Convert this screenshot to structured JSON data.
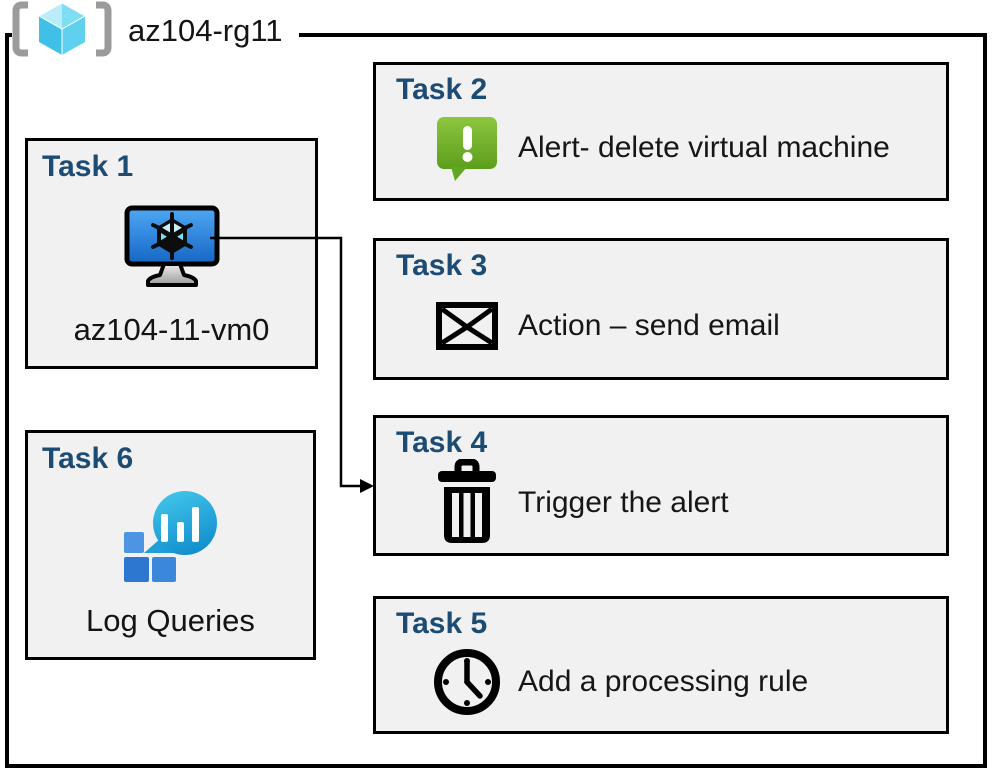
{
  "resource_group": {
    "name": "az104-rg11"
  },
  "tasks": [
    {
      "title": "Task 1",
      "label": "az104-11-vm0",
      "icon": "virtual-machine-icon"
    },
    {
      "title": "Task 2",
      "label": "Alert- delete virtual machine",
      "icon": "alert-icon"
    },
    {
      "title": "Task 3",
      "label": "Action – send email",
      "icon": "email-icon"
    },
    {
      "title": "Task 4",
      "label": "Trigger the alert",
      "icon": "trash-icon"
    },
    {
      "title": "Task 5",
      "label": "Add a processing rule",
      "icon": "clock-icon"
    },
    {
      "title": "Task 6",
      "label": "Log Queries",
      "icon": "log-queries-icon"
    }
  ],
  "arrow": {
    "from": "task1-virtual-machine",
    "to": "task4"
  },
  "colors": {
    "task_title": "#1C4B74",
    "box_fill": "#F1F1F1",
    "border": "#000000",
    "alert_green_top": "#8DC63F",
    "alert_green_bottom": "#5C9E1B",
    "vm_screen_top": "#4FA8F4",
    "vm_screen_bottom": "#1566C4",
    "log_bubble_top": "#45CAEC",
    "log_bubble_bottom": "#1691D0",
    "log_square_blue": "#2E77D0",
    "rg_cube_cyan": "#3EC0E7",
    "rg_bracket_gray": "#9B9B9B"
  }
}
